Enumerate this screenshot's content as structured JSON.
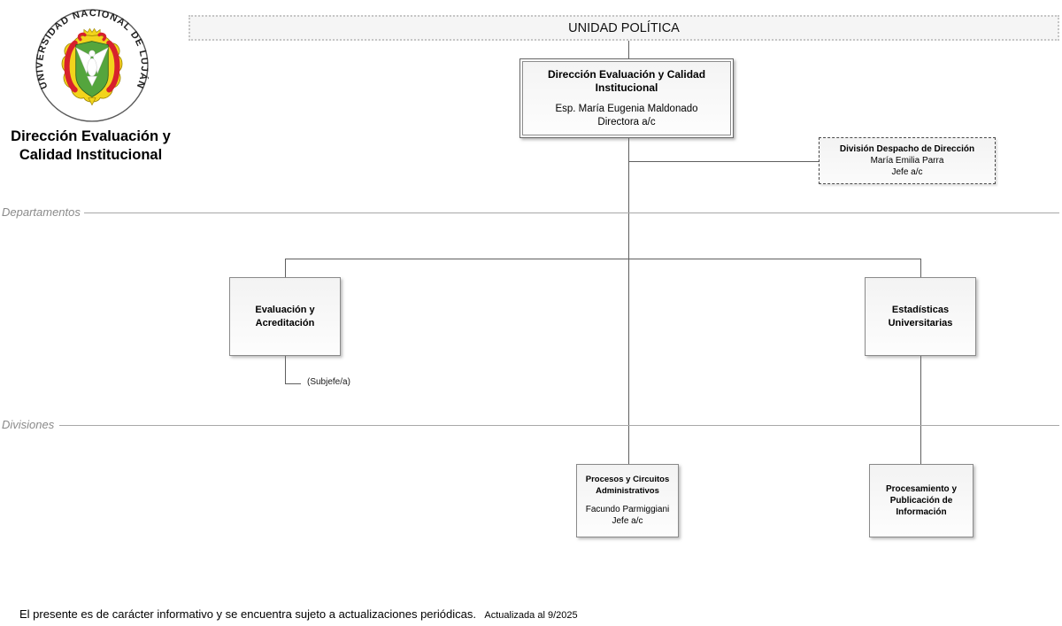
{
  "sidebar": {
    "logo_institution": "UNIVERSIDAD NACIONAL DE LUJÁN",
    "title_line1": "Dirección Evaluación y",
    "title_line2": "Calidad Institucional"
  },
  "header": {
    "label": "UNIDAD POLÍTICA"
  },
  "org": {
    "director_box": {
      "title": "Dirección Evaluación y Calidad Institucional",
      "person": "Esp. María Eugenia Maldonado",
      "role": "Directora a/c"
    },
    "despacho_box": {
      "title": "División Despacho de Dirección",
      "person": "María Emilia Parra",
      "role": "Jefe a/c"
    },
    "sections": {
      "departamentos": "Departamentos",
      "divisiones": "Divisiones"
    },
    "departments": [
      {
        "title": "Evaluación y Acreditación"
      },
      {
        "title": "Estadísticas Universitarias"
      }
    ],
    "subjefe_note": "(Subjefe/a)",
    "divisions": [
      {
        "title": "Procesos y Circuitos Administrativos",
        "person": "Facundo Parmiggiani",
        "role": "Jefe a/c"
      },
      {
        "title": "Procesamiento y Publicación de Información"
      }
    ]
  },
  "footer": {
    "note": "El presente es de carácter informativo y se encuentra sujeto a actualizaciones periódicas.",
    "updated": "Actualizada al 9/2025"
  },
  "colors": {
    "logo_yellow": "#F2D41C",
    "logo_red": "#D7212C",
    "logo_green": "#54A53D",
    "logo_ring": "#5a5a5a",
    "logo_text": "#1f1f1f"
  }
}
